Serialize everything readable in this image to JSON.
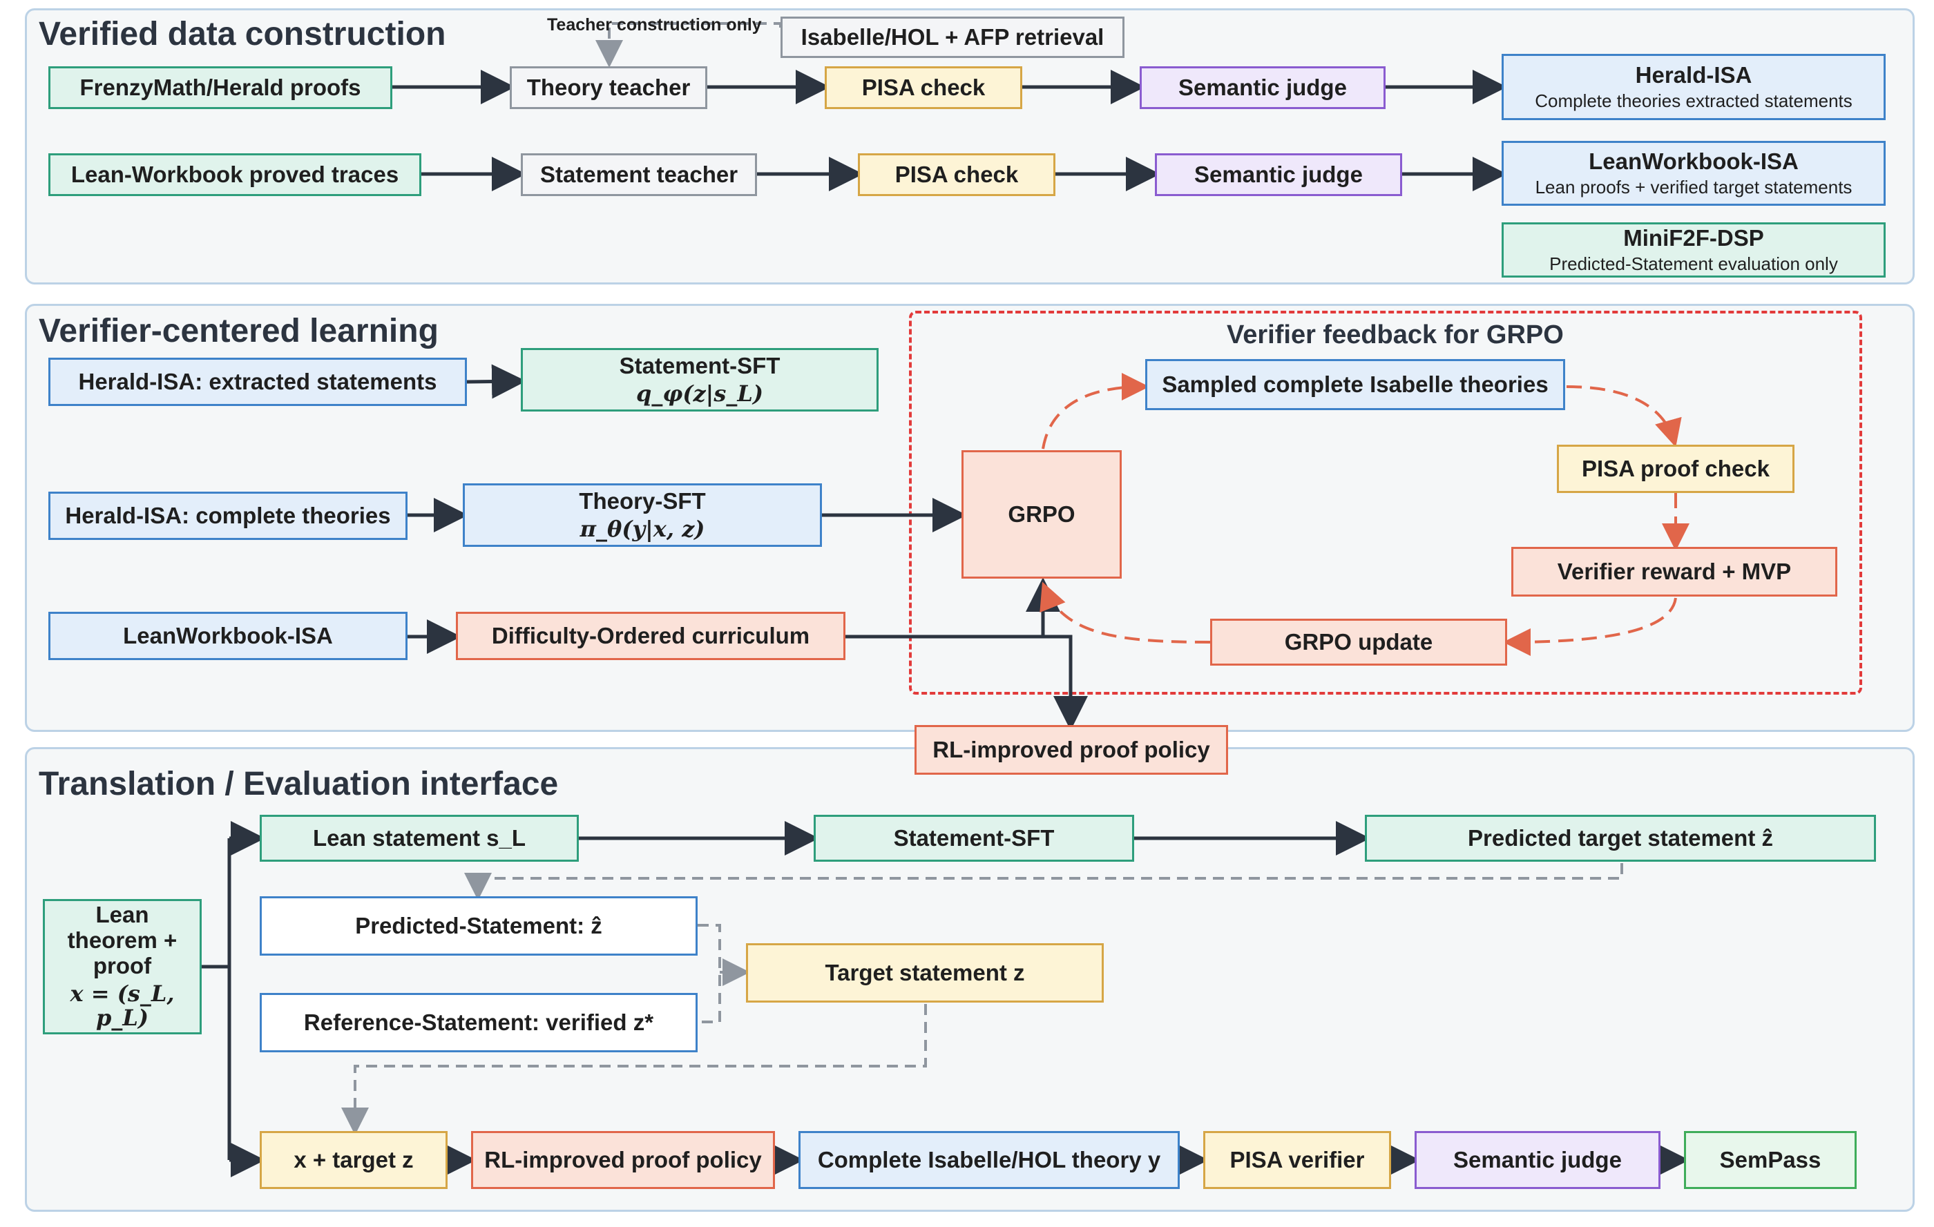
{
  "panels": {
    "data_construction": {
      "title": "Verified data construction",
      "teacher_note": "Teacher construction only",
      "retrieval": "Isabelle/HOL + AFP retrieval",
      "row1": {
        "source": "FrenzyMath/Herald proofs",
        "teacher": "Theory teacher",
        "check": "PISA check",
        "judge": "Semantic judge",
        "output_title": "Herald-ISA",
        "output_sub": "Complete theories extracted statements"
      },
      "row2": {
        "source": "Lean-Workbook proved traces",
        "teacher": "Statement teacher",
        "check": "PISA check",
        "judge": "Semantic judge",
        "output_title": "LeanWorkbook-ISA",
        "output_sub": "Lean proofs + verified target statements"
      },
      "extra_output_title": "MiniF2F-DSP",
      "extra_output_sub": "Predicted-Statement evaluation only"
    },
    "learning": {
      "title": "Verifier-centered learning",
      "feedback_title": "Verifier feedback for GRPO",
      "herald_statements": "Herald-ISA: extracted statements",
      "statement_sft": "Statement-SFT",
      "statement_sft_math": "q_φ(z|s_L)",
      "herald_theories": "Herald-ISA: complete theories",
      "theory_sft": "Theory-SFT",
      "theory_sft_math": "π_θ(y|x, z)",
      "leanworkbook": "LeanWorkbook-ISA",
      "curriculum": "Difficulty-Ordered curriculum",
      "grpo": "GRPO",
      "sampled": "Sampled complete Isabelle theories",
      "pisa_proof": "PISA proof check",
      "reward": "Verifier reward + MVP",
      "grpo_update": "GRPO update",
      "rl_policy": "RL-improved proof policy"
    },
    "translation": {
      "title": "Translation / Evaluation interface",
      "lean_input": [
        "Lean",
        "theorem +",
        "proof"
      ],
      "lean_input_math": "x = (s_L, p_L)",
      "lean_statement": "Lean statement s_L",
      "statement_sft": "Statement-SFT",
      "predicted_target": "Predicted target statement ẑ",
      "predicted_statement": "Predicted-Statement: ẑ",
      "reference_statement": "Reference-Statement: verified z*",
      "target_statement": "Target statement z",
      "chain": [
        "x + target z",
        "RL-improved proof policy",
        "Complete Isabelle/HOL theory y",
        "PISA verifier",
        "Semantic judge",
        "SemPass"
      ]
    }
  },
  "colors": {
    "green": "#2e9e7c",
    "blue": "#3e82c9",
    "gray": "#8f969f",
    "yellow": "#d6a646",
    "purple": "#8a5cd0",
    "salmon": "#e1664a",
    "red_dash": "#e23b3b",
    "panel_border": "#bcd2e6"
  }
}
